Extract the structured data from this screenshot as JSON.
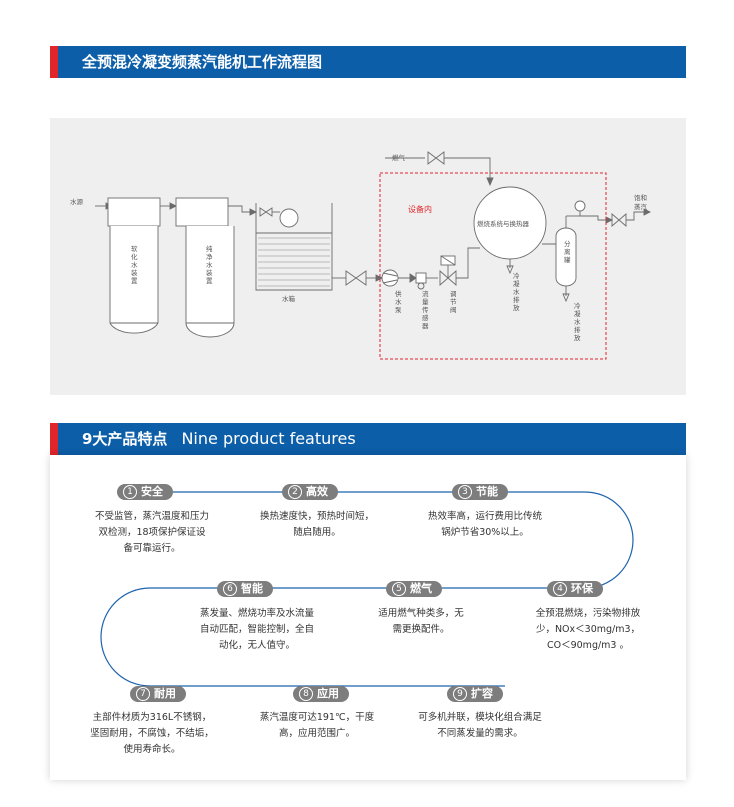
{
  "flow_section": {
    "title": "全预混冷凝变频蒸汽能机工作流程图"
  },
  "diagram": {
    "labels": {
      "water_source": "水源",
      "softener": "软化水装置",
      "purifier": "纯净水装置",
      "water_tank": "水箱",
      "supply_pump": "供水泵",
      "flow_sensor": "流量传感器",
      "regulating_valve": "调节阀",
      "fuel_gas": "燃气",
      "equipment_inside": "设备内",
      "combustion_system": "燃烧系统与换热器",
      "condensate_discharge": "冷凝水排放",
      "separator": "分离罐",
      "condensate_discharge_2": "冷凝水排放",
      "saturated_steam": "饱和蒸汽"
    },
    "colors": {
      "line": "#6b6b6b",
      "boundary": "#e0262b",
      "background": "#efefef"
    }
  },
  "features_section": {
    "title": "9大产品特点",
    "subtitle": "Nine product features",
    "items": [
      {
        "num": "①",
        "name": "安全",
        "lines": [
          "不受监管，蒸汽温度和压力",
          "双检测，18项保护保证设",
          "备可靠运行。"
        ]
      },
      {
        "num": "②",
        "name": "高效",
        "lines": [
          "换热速度快，预热时间短，",
          "随启随用。"
        ]
      },
      {
        "num": "③",
        "name": "节能",
        "lines": [
          "热效率高，运行费用比传统",
          "锅炉节省30%以上。"
        ]
      },
      {
        "num": "④",
        "name": "环保",
        "lines": [
          "全预混燃烧，污染物排放",
          "少，NOx＜30mg/m3，",
          "CO＜90mg/m3 。"
        ]
      },
      {
        "num": "⑤",
        "name": "燃气",
        "lines": [
          "适用燃气种类多，无",
          "需更换配件。"
        ]
      },
      {
        "num": "⑥",
        "name": "智能",
        "lines": [
          "蒸发量、燃烧功率及水流量",
          "自动匹配，智能控制，全自",
          "动化，无人值守。"
        ]
      },
      {
        "num": "⑦",
        "name": "耐用",
        "lines": [
          "主部件材质为316L不锈钢，",
          "坚固耐用，不腐蚀，不结垢，",
          "使用寿命长。"
        ]
      },
      {
        "num": "⑧",
        "name": "应用",
        "lines": [
          "蒸汽温度可达191℃，干度",
          "高，应用范围广。"
        ]
      },
      {
        "num": "⑨",
        "name": "扩容",
        "lines": [
          "可多机并联，模块化组合满足",
          "不同蒸发量的需求。"
        ]
      }
    ]
  },
  "colors": {
    "header_bg": "#0d5ea8",
    "header_accent": "#e0262b",
    "pill_bg": "#7d7d7d",
    "path_line": "#1d63ad"
  }
}
